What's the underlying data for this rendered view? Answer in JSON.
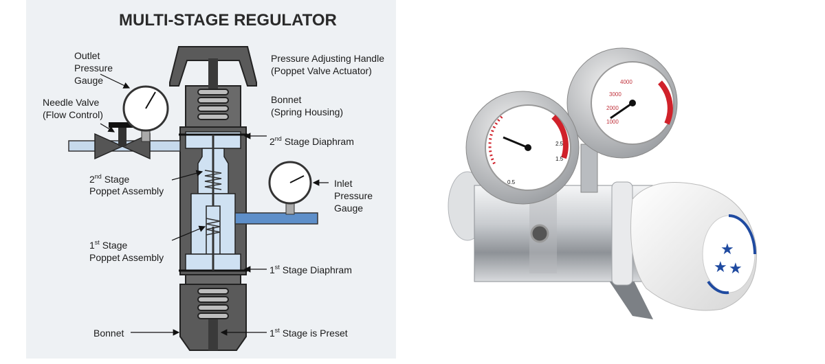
{
  "diagram": {
    "title": "MULTI-STAGE REGULATOR",
    "labels": {
      "outlet_gauge": [
        "Outlet",
        "Pressure",
        "Gauge"
      ],
      "needle_valve": [
        "Needle Valve",
        "(Flow Control)"
      ],
      "handle": [
        "Pressure Adjusting Handle",
        "(Poppet Valve Actuator)"
      ],
      "bonnet_top": [
        "Bonnet",
        "(Spring Housing)"
      ],
      "stage2_diaphragm": {
        "num": "2",
        "sup": "nd",
        "text": " Stage Diaphram"
      },
      "stage2_poppet": {
        "num": "2",
        "sup": "nd",
        "text": " Stage",
        "line2": "Poppet Assembly"
      },
      "inlet_gauge": [
        "Inlet",
        "Pressure",
        "Gauge"
      ],
      "stage1_poppet": {
        "num": "1",
        "sup": "st",
        "text": " Stage",
        "line2": "Poppet Assembly"
      },
      "stage1_diaphragm": {
        "num": "1",
        "sup": "st",
        "text": " Stage Diaphram"
      },
      "bonnet_bottom": "Bonnet",
      "stage1_preset": {
        "num": "1",
        "sup": "st",
        "text": " Stage is Preset"
      }
    }
  },
  "photo": {
    "subject": "two-gauge stainless steel pressure regulator",
    "gauge_left_dial": [
      "2.5",
      "1.5",
      "0.5"
    ],
    "gauge_right_dial": [
      "4000",
      "3000",
      "2000",
      "1000"
    ],
    "colors": {
      "steel": "#c9ccd0",
      "knob": "#f4f4f4",
      "logo_blue": "#1f4aa0",
      "dial_red": "#d0212a"
    }
  }
}
